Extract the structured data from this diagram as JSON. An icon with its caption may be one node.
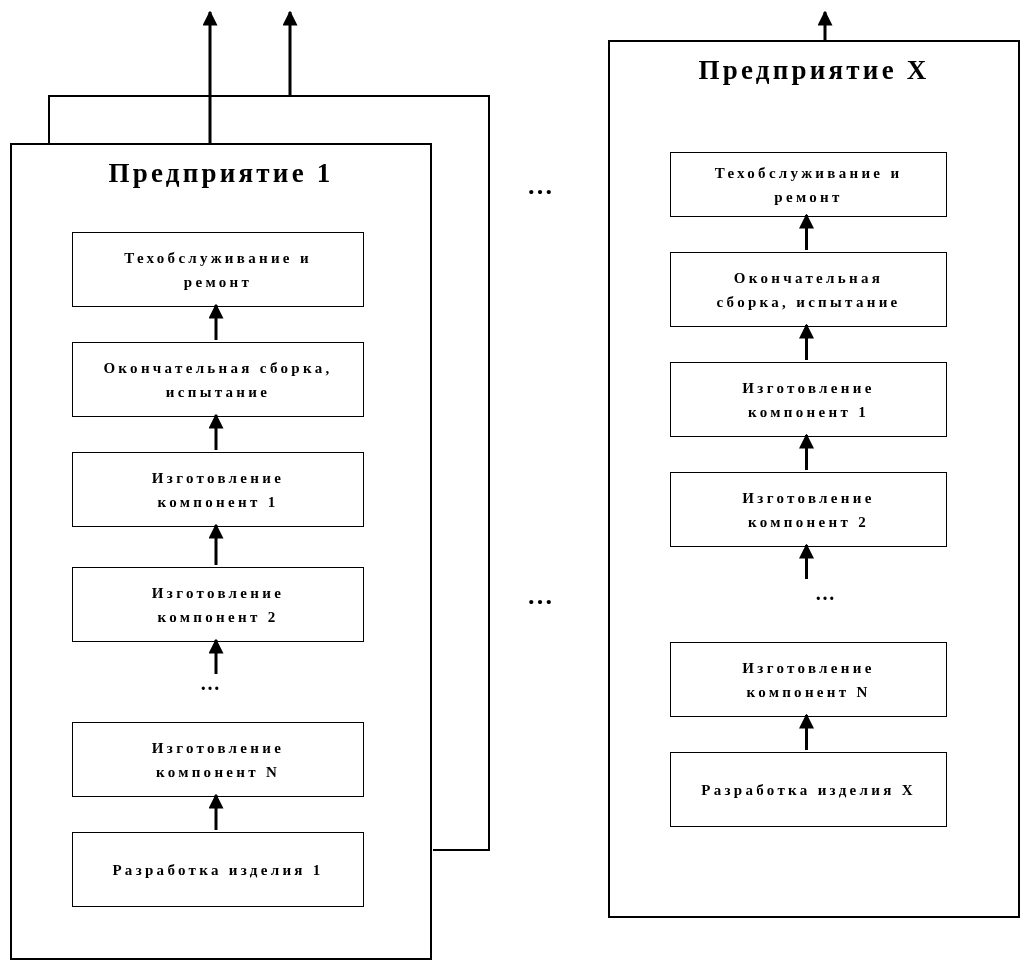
{
  "diagram": {
    "nodes": [
      {
        "text": [],
        "shape": "box"
      },
      {
        "text": [
          "Предприятие 1"
        ]
      },
      {
        "text": [
          "Техобслуживание и ремонт"
        ],
        "in": 1
      },
      {
        "text": [
          "Окончательная сборка, испытание"
        ],
        "in": 1
      },
      {
        "text": [
          "Изготовление компонент 1"
        ],
        "in": 1
      },
      {
        "text": [
          "Изготовление компонент 2"
        ],
        "in": 1
      },
      {
        "text": [
          "Изготовление компонент N"
        ],
        "in": 1
      },
      {
        "text": [
          "Разработка изделия 1"
        ],
        "in": 1
      },
      {
        "text": [
          "Предприятие X"
        ]
      },
      {
        "text": [
          "Техобслуживание и ремонт"
        ],
        "in": 8
      },
      {
        "text": [
          "Окончательная сборка, испытание"
        ],
        "in": 8
      },
      {
        "text": [
          "Изготовление компонент 1"
        ],
        "in": 8
      },
      {
        "text": [
          "Изготовление компонент 2"
        ],
        "in": 8
      },
      {
        "text": [
          "Изготовление компонент N"
        ],
        "in": 8
      },
      {
        "text": [
          "Разработка изделия X"
        ],
        "in": 8
      }
    ],
    "edges": [
      {
        "from": 1,
        "to": null,
        "arrow": "to"
      },
      {
        "from": 0,
        "to": null,
        "arrow": "to"
      },
      {
        "from": 3,
        "to": 2,
        "arrow": "to"
      },
      {
        "from": 4,
        "to": 3,
        "arrow": "to"
      },
      {
        "from": 5,
        "to": 4,
        "arrow": "to"
      },
      {
        "from": null,
        "to": 5,
        "arrow": "to"
      },
      {
        "from": 7,
        "to": 6,
        "arrow": "to"
      },
      {
        "from": 8,
        "to": null,
        "arrow": "to"
      },
      {
        "from": 10,
        "to": 9,
        "arrow": "to"
      },
      {
        "from": 11,
        "to": 10,
        "arrow": "to"
      },
      {
        "from": 12,
        "to": 11,
        "arrow": "to"
      },
      {
        "from": null,
        "to": 12,
        "arrow": "to"
      },
      {
        "from": 14,
        "to": 13,
        "arrow": "to"
      }
    ],
    "labels": [
      "…",
      "…",
      "…",
      "…"
    ]
  }
}
